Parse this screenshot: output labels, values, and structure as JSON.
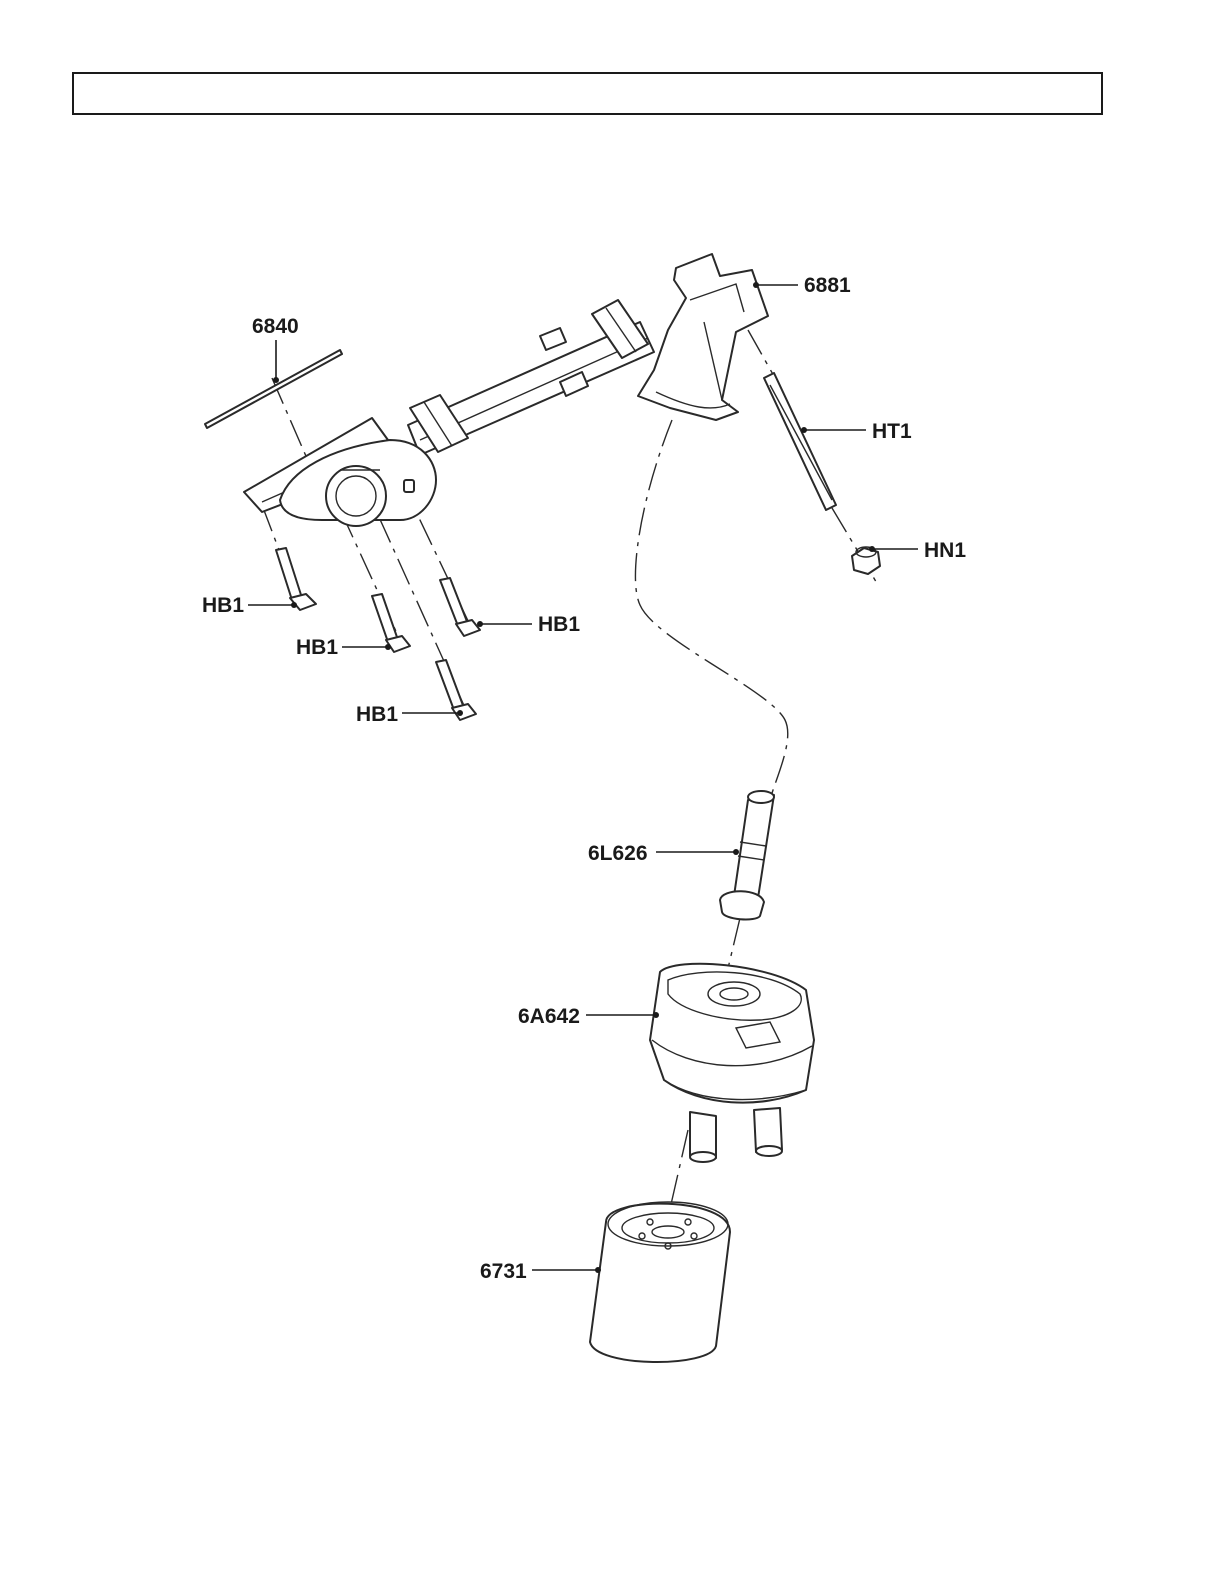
{
  "header": {
    "title": ""
  },
  "callouts": {
    "c6881": "6881",
    "c6840": "6840",
    "cHT1": "HT1",
    "cHN1": "HN1",
    "cHB1_a": "HB1",
    "cHB1_b": "HB1",
    "cHB1_c": "HB1",
    "cHB1_d": "HB1",
    "c6L626": "6L626",
    "c6A642": "6A642",
    "c6731": "6731"
  }
}
